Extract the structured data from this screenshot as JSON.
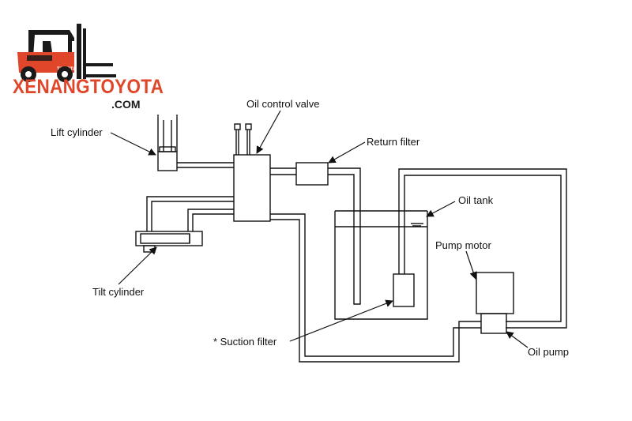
{
  "logo": {
    "brand": "XENANGTOYOTA",
    "domain": ".COM",
    "badge": "TOYOTA",
    "colors": {
      "accent": "#e0462a",
      "dark": "#1a1a1a"
    }
  },
  "labels": {
    "lift_cylinder": "Lift cylinder",
    "oil_control_valve": "Oil control valve",
    "return_filter": "Return filter",
    "oil_tank": "Oil tank",
    "pump_motor": "Pump motor",
    "tilt_cylinder": "Tilt cylinder",
    "suction_filter": "* Suction filter",
    "oil_pump": "Oil pump"
  }
}
